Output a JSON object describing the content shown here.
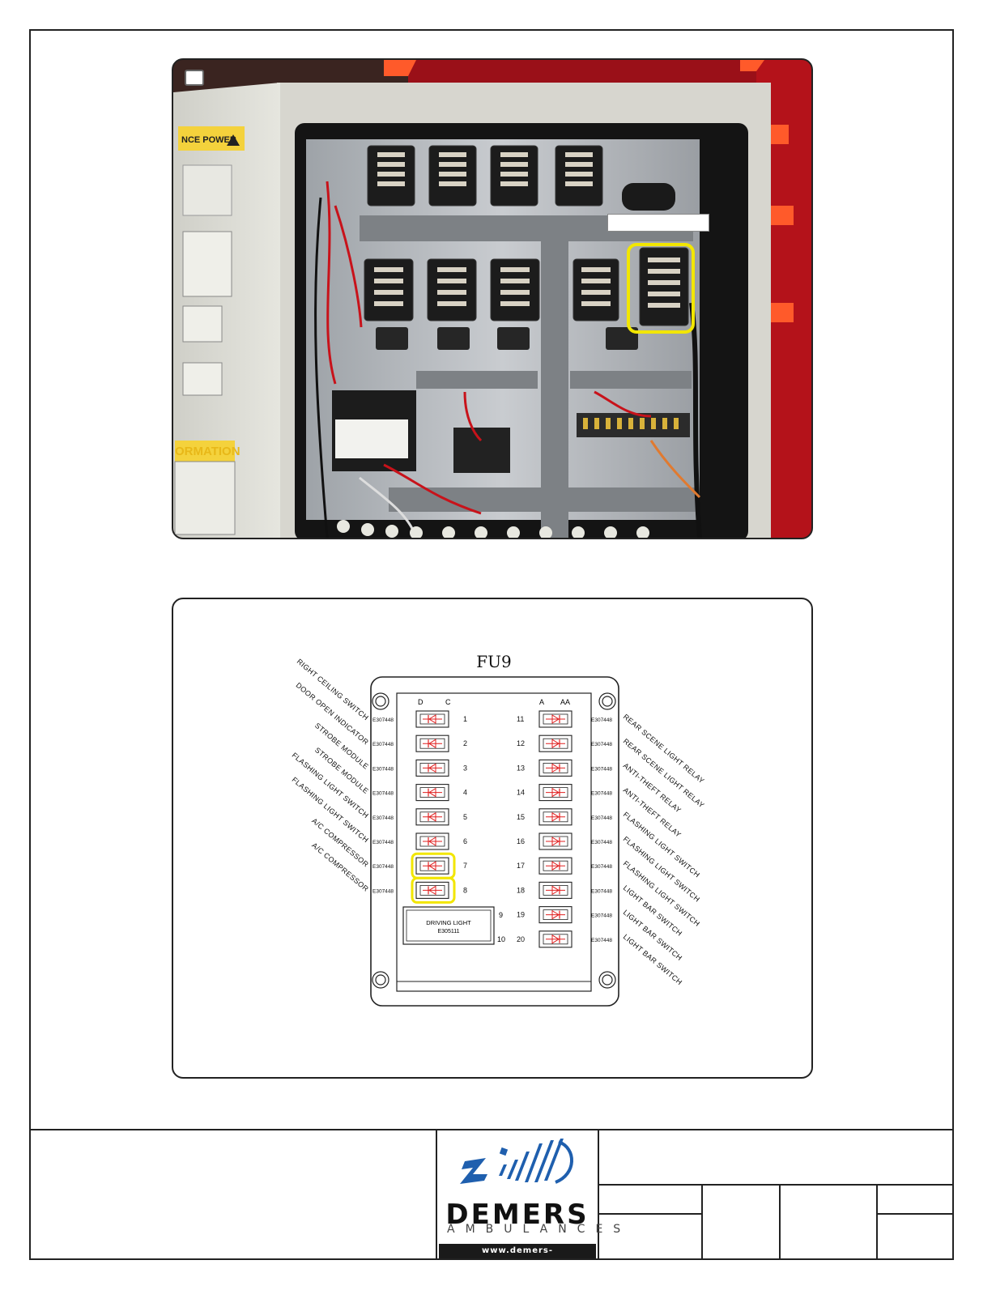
{
  "photo": {
    "door_sticker": "NCE POWER",
    "door_sticker_bottom": "ORMATION"
  },
  "diagram": {
    "title": "FU9",
    "col_left_headers": [
      "D",
      "C"
    ],
    "col_right_headers": [
      "A",
      "AA"
    ],
    "part_code": "E307448",
    "left_slots": [
      {
        "num": "1",
        "label": "RIGHT CEILING SWITCH"
      },
      {
        "num": "2",
        "label": "DOOR OPEN INDICATOR"
      },
      {
        "num": "3",
        "label": "STROBE MODULE"
      },
      {
        "num": "4",
        "label": "STROBE MODULE"
      },
      {
        "num": "5",
        "label": "FLASHING LIGHT SWITCH"
      },
      {
        "num": "6",
        "label": "FLASHING LIGHT SWITCH"
      },
      {
        "num": "7",
        "label": "A/C COMPRESSOR"
      },
      {
        "num": "8",
        "label": "A/C COMPRESSOR"
      }
    ],
    "right_slots": [
      {
        "num": "11",
        "label": "REAR SCENE LIGHT RELAY"
      },
      {
        "num": "12",
        "label": "REAR SCENE LIGHT RELAY"
      },
      {
        "num": "13",
        "label": "ANTI-THEFT RELAY"
      },
      {
        "num": "14",
        "label": "ANTI-THEFT RELAY"
      },
      {
        "num": "15",
        "label": "FLASHING LIGHT SWITCH"
      },
      {
        "num": "16",
        "label": "FLASHING LIGHT SWITCH"
      },
      {
        "num": "17",
        "label": "FLASHING LIGHT SWITCH"
      },
      {
        "num": "18",
        "label": "LIGHT BAR SWITCH"
      },
      {
        "num": "19",
        "label": "LIGHT BAR SWITCH"
      },
      {
        "num": "20",
        "label": "LIGHT BAR SWITCH"
      }
    ],
    "relay_block": {
      "line1": "DRIVING LIGHT",
      "line2": "E305111",
      "num_top": "9",
      "num_bottom": "10"
    },
    "highlighted_slots": [
      "7",
      "8"
    ],
    "highlight_color": "#f2e600",
    "diode_color": "#e02020"
  },
  "logo": {
    "word": "DEMERS",
    "sub": "AMBULANCES",
    "url": "www.demers-ambulances.com",
    "brand_color": "#1f5fae"
  }
}
